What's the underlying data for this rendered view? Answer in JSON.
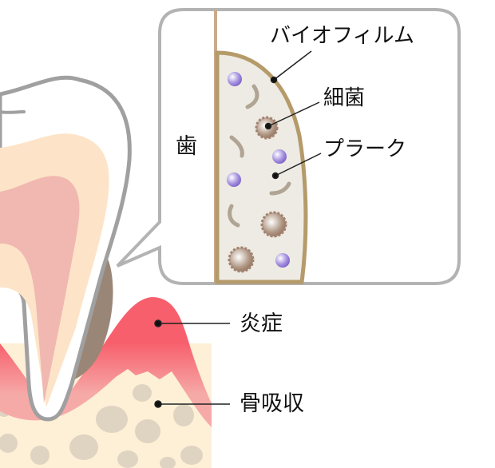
{
  "labels": {
    "tooth": "歯",
    "biofilm": "バイオフィルム",
    "bacteria": "細菌",
    "plaque": "プラーク",
    "inflammation": "炎症",
    "bone_resorption": "骨吸収"
  },
  "colors": {
    "gum_inflamed": "#f75f6c",
    "gum": "#f6aaa8",
    "bone": "#fdf0d6",
    "bone_spots": "#dfd4c1",
    "dentin": "#fde4c8",
    "pulp": "#f0b8b0",
    "calculus": "#9a8677",
    "outline": "#a0a0a0",
    "biofilm_edge": "#b59a6a",
    "plaque_fill": "#edebe3",
    "bacteria_purple": "#9b84d8",
    "bacteria_brown": "#a48370"
  }
}
